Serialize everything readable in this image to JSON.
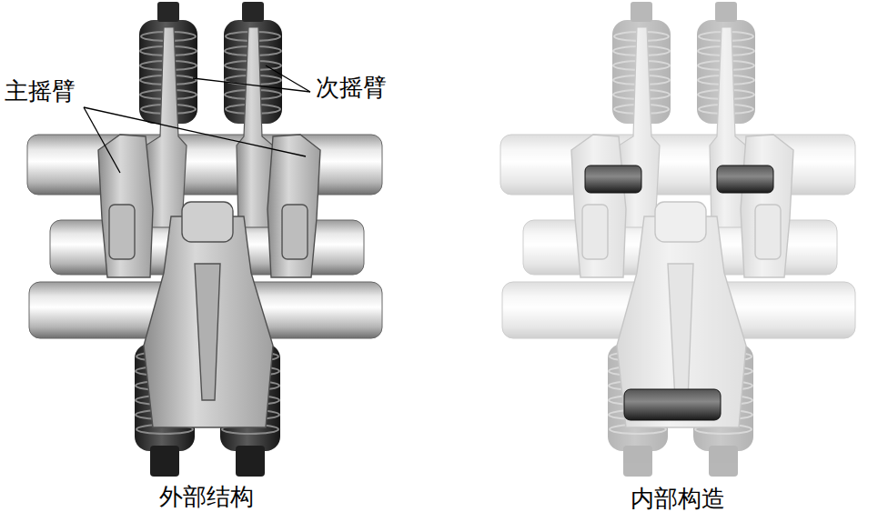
{
  "diagram": {
    "labels": [
      "主摇臂",
      "次摇臂",
      "外部结构",
      "内部构造"
    ]
  }
}
